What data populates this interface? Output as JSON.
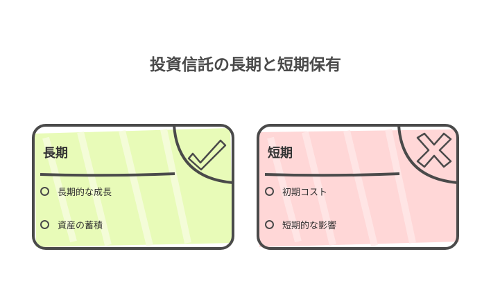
{
  "title": "投資信託の長期と短期保有",
  "cards": [
    {
      "heading": "長期",
      "fill": "#e8fbb8",
      "icon": "check-icon",
      "items": [
        "長期的な成長",
        "資産の蓄積"
      ]
    },
    {
      "heading": "短期",
      "fill": "#ffd7d7",
      "icon": "x-icon",
      "items": [
        "初期コスト",
        "短期的な影響"
      ]
    }
  ],
  "stroke_color": "#4a4a4a"
}
